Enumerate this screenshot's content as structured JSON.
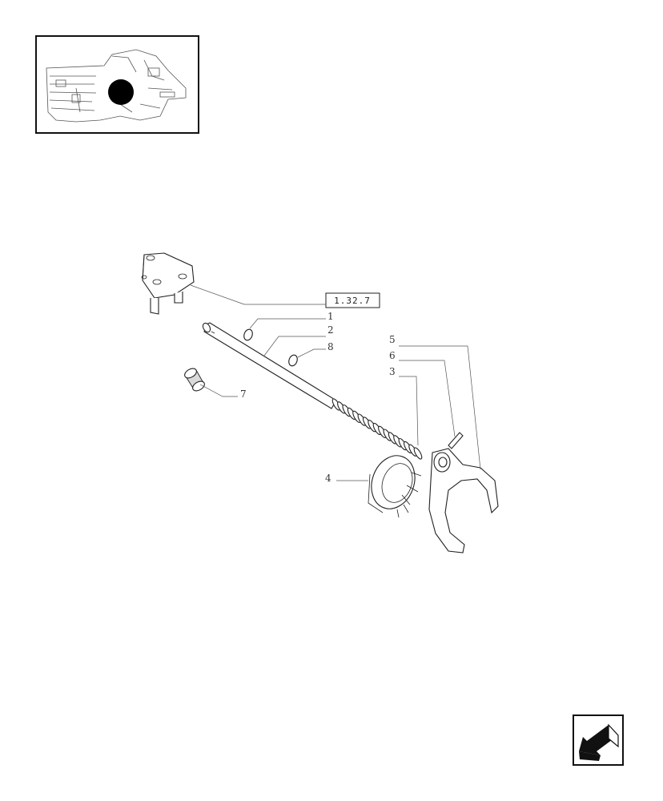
{
  "reference_box_label": "1.32.7",
  "callouts": {
    "c1": "1",
    "c2": "2",
    "c8": "8",
    "c7": "7",
    "c5": "5",
    "c6": "6",
    "c3": "3",
    "c4": "4"
  },
  "icons": {
    "thumbnail": "locator-thumbnail",
    "nav": "back-arrow-icon"
  },
  "colors": {
    "line": "#222222",
    "marker": "#000000"
  }
}
